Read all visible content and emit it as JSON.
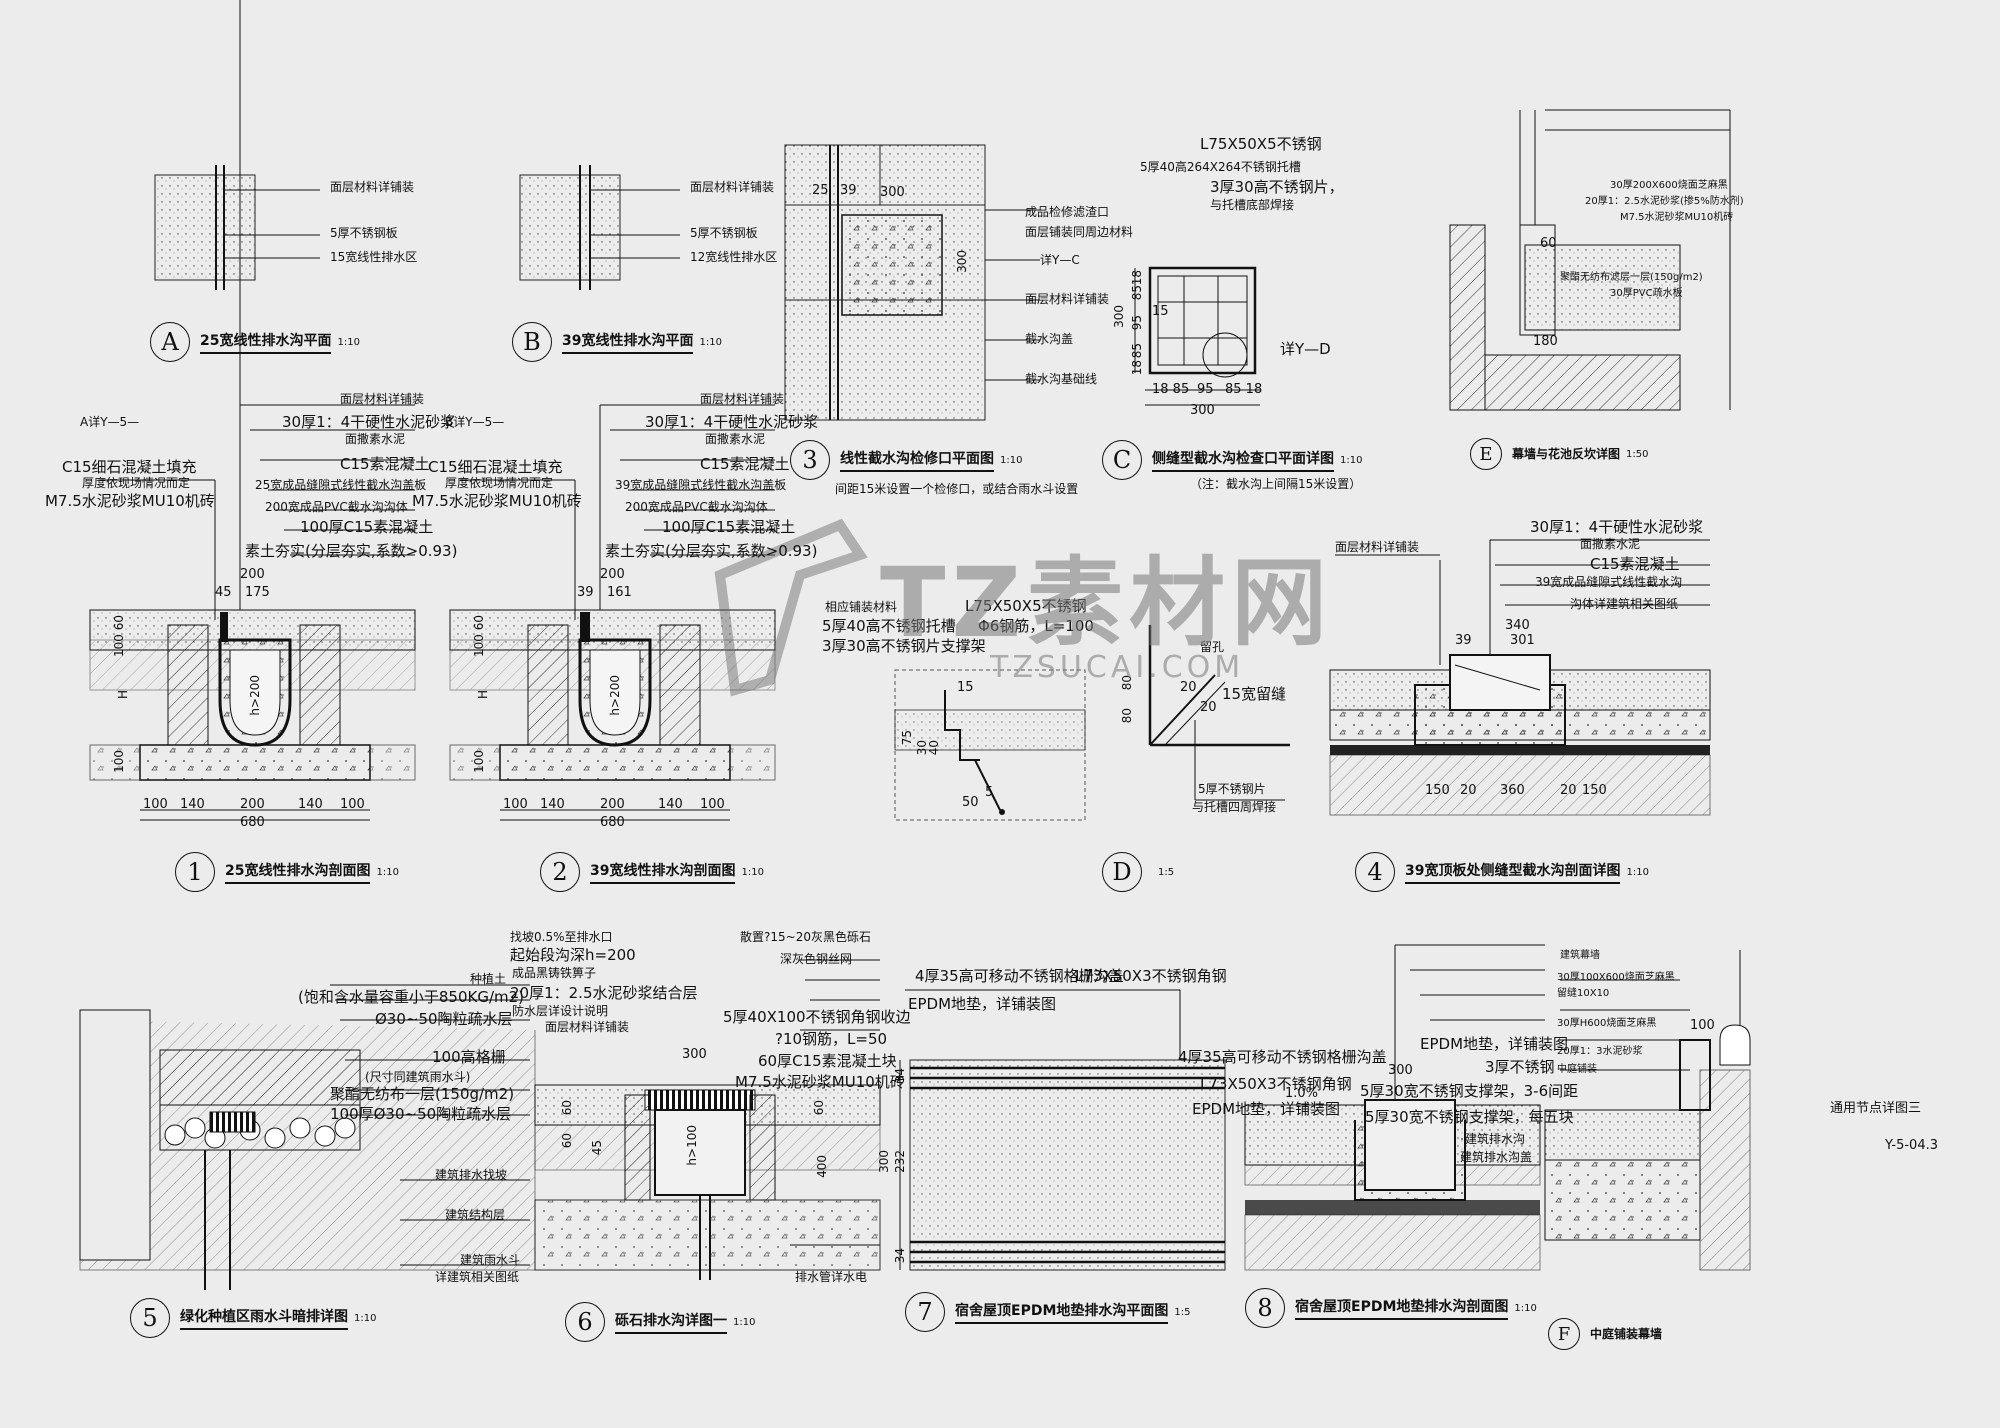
{
  "details": {
    "A": {
      "label": "A",
      "title": "25宽线性排水沟平面",
      "scale": "1:10",
      "notes": [
        "面层材料详铺装",
        "5厚不锈钢板",
        "15宽线性排水区"
      ]
    },
    "B": {
      "label": "B",
      "title": "39宽线性排水沟平面",
      "scale": "1:10",
      "notes": [
        "面层材料详铺装",
        "5厚不锈钢板",
        "12宽线性排水区"
      ]
    },
    "three": {
      "label": "3",
      "title": "线性截水沟检修口平面图",
      "scale": "1:10",
      "subnote": "间距15米设置一个检修口，或结合雨水斗设置",
      "notes": [
        "成品检修滤渣口",
        "面层铺装同周边材料",
        "详Y—C",
        "面层材料详铺装",
        "截水沟盖",
        "截水沟基础线"
      ],
      "dims": [
        "25",
        "39",
        "300",
        "300"
      ]
    },
    "C": {
      "label": "C",
      "title": "侧缝型截水沟检查口平面详图",
      "scale": "1:10",
      "subnote": "（注：截水沟上间隔15米设置）",
      "notes": [
        "L75X50X5不锈钢",
        "5厚40高264X264不锈钢托槽",
        "3厚30高不锈钢片，",
        "与托槽底部焊接",
        "详Y—D"
      ],
      "dims": [
        "18 85",
        "95",
        "85 18",
        "300",
        "300",
        "15",
        "18",
        "85",
        "95",
        "85",
        "18"
      ]
    },
    "E": {
      "label": "E",
      "title": "幕墙与花池反坎详图",
      "scale": "1:50",
      "notes": [
        "30厚200X600烧面芝麻黑",
        "20厚1：2.5水泥砂浆(掺5%防水剂)",
        "M7.5水泥砂浆MU10机砖",
        "聚酯无纺布滤层一层(150g/m2)",
        "30厚PVC疏水板"
      ],
      "dims": [
        "180",
        "60"
      ]
    },
    "one": {
      "label": "1",
      "title": "25宽线性排水沟剖面图",
      "scale": "1:10",
      "notes": [
        "面层材料详铺装",
        "30厚1：4干硬性水泥砂浆",
        "面撒素水泥",
        "C15素混凝土",
        "25宽成品缝隙式线性截水沟盖板",
        "200宽成品PVC截水沟沟体",
        "100厚C15素混凝土",
        "素土夯实(分层夯实,系数>0.93)"
      ],
      "leftnotes": [
        "A详Y—5—",
        "C15细石混凝土填充",
        "厚度依现场情况而定",
        "M7.5水泥砂浆MU10机砖"
      ],
      "dims": [
        "200",
        "45",
        "175",
        "100",
        "140",
        "200",
        "140",
        "100",
        "680",
        "100 60",
        "100",
        "h>200",
        "H"
      ]
    },
    "two": {
      "label": "2",
      "title": "39宽线性排水沟剖面图",
      "scale": "1:10",
      "notes": [
        "面层材料详铺装",
        "30厚1：4干硬性水泥砂浆",
        "面撒素水泥",
        "C15素混凝土",
        "39宽成品缝隙式线性截水沟盖板",
        "200宽成品PVC截水沟沟体",
        "100厚C15素混凝土",
        "素土夯实(分层夯实,系数>0.93)"
      ],
      "leftnotes": [
        "B详Y—5—",
        "C15细石混凝土填充",
        "厚度依现场情况而定",
        "M7.5水泥砂浆MU10机砖"
      ],
      "dims": [
        "200",
        "39",
        "161",
        "100",
        "140",
        "200",
        "140",
        "100",
        "680",
        "100 60",
        "100",
        "h>200",
        "H"
      ]
    },
    "D": {
      "label": "D",
      "title": "",
      "scale": "1:5",
      "notes": [
        "相应铺装材料",
        "5厚40高不锈钢托槽",
        "3厚30高不锈钢片支撑架",
        "L75X50X5不锈钢",
        "Φ6钢筋，L=100",
        "留孔",
        "15宽留缝",
        "5厚不锈钢片",
        "与托槽四周焊接"
      ],
      "dims": [
        "15",
        "75",
        "30",
        "40",
        "5",
        "50",
        "80",
        "80",
        "20",
        "20"
      ]
    },
    "four": {
      "label": "4",
      "title": "39宽顶板处侧缝型截水沟剖面详图",
      "scale": "1:10",
      "notes": [
        "面层材料详铺装",
        "30厚1：4干硬性水泥砂浆",
        "面撒素水泥",
        "C15素混凝土",
        "39宽成品缝隙式线性截水沟",
        "沟体详建筑相关图纸"
      ],
      "dims": [
        "340",
        "39",
        "301",
        "150",
        "20",
        "360",
        "20",
        "150"
      ]
    },
    "five": {
      "label": "5",
      "title": "绿化种植区雨水斗暗排详图",
      "scale": "1:10",
      "notes": [
        "种植土",
        "(饱和含水量容重小于850KG/m2)",
        "Ø30~50陶粒疏水层",
        "100高格栅",
        "(尺寸同建筑雨水斗)",
        "聚酯无纺布一层(150g/m2)",
        "100厚Ø30~50陶粒疏水层",
        "建筑排水找坡",
        "建筑结构层",
        "建筑雨水斗",
        "详建筑相关图纸"
      ]
    },
    "six": {
      "label": "6",
      "title": "砾石排水沟详图一",
      "scale": "1:10",
      "notes": [
        "找坡0.5%至排水口",
        "起始段沟深h=200",
        "成品黑铸铁箅子",
        "20厚1：2.5水泥砂浆结合层",
        "防水层详设计说明",
        "面层材料详铺装",
        "散置?15~20灰黑色砾石",
        "深灰色钢丝网",
        "5厚40X100不锈钢角钢收边",
        "?10钢筋，L=50",
        "60厚C15素混凝土块",
        "M7.5水泥砂浆MU10机砖",
        "排水管详水电"
      ],
      "dims": [
        "300",
        "h>100",
        "60",
        "45",
        "400",
        "60",
        "60"
      ]
    },
    "seven": {
      "label": "7",
      "title": "宿舍屋顶EPDM地垫排水沟平面图",
      "scale": "1:5",
      "notes": [
        "4厚35高可移动不锈钢格栅沟盖",
        "L73X50X3不锈钢角钢",
        "EPDM地垫，详铺装图"
      ],
      "dims": [
        "34",
        "232",
        "300",
        "34"
      ]
    },
    "eight": {
      "label": "8",
      "title": "宿舍屋顶EPDM地垫排水沟剖面图",
      "scale": "1:10",
      "notes": [
        "4厚35高可移动不锈钢格栅沟盖",
        "L73X50X3不锈钢角钢",
        "EPDM地垫，详铺装图",
        "EPDM地垫，详铺装图",
        "3厚不锈钢",
        "5厚30宽不锈钢支撑架，3-6间距",
        "5厚30宽不锈钢支撑架，每五块",
        "建筑排水沟",
        "建筑排水沟盖",
        "1.0%"
      ],
      "dims": [
        "300"
      ]
    },
    "F": {
      "label": "F",
      "title": "中庭铺装幕墙",
      "scale": "",
      "notes": [
        "建筑幕墙",
        "30厚100X600烧面芝麻黑",
        "留缝10X10",
        "30厚H600烧面芝麻黑",
        "20厚1：3水泥砂浆",
        "中庭铺装"
      ],
      "dims": [
        "100"
      ]
    }
  },
  "sheet": {
    "name": "通用节点详图三",
    "code": "Y-5-04.3"
  },
  "watermark": {
    "text": "TZ素材网",
    "url": "TZSUCAI.COM"
  }
}
